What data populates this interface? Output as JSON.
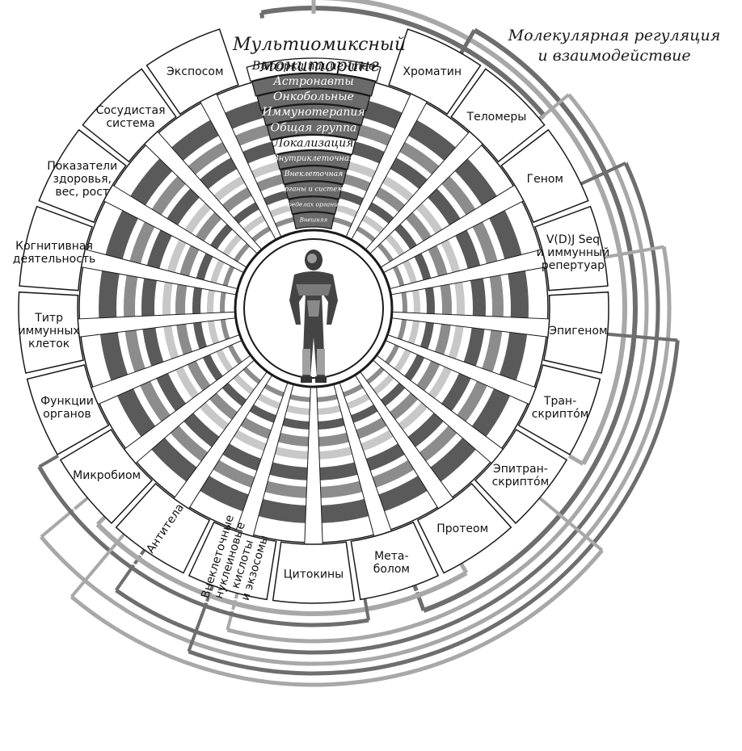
{
  "titles": {
    "center_line1": "Мультиомиксный",
    "center_line2": "мониторинг",
    "right_line1": "Молекулярная регуляция",
    "right_line2": "и взаимодействие"
  },
  "center_bands": [
    {
      "text": "Выборка пациентов",
      "style": "light"
    },
    {
      "text": "Астронавты",
      "style": "dark"
    },
    {
      "text": "Онкобольные",
      "style": "dark"
    },
    {
      "text": "Иммунотерапия",
      "style": "dark"
    },
    {
      "text": "Общая группа",
      "style": "dark"
    },
    {
      "text": "Локализация",
      "style": "light"
    },
    {
      "text": "Внутриклеточная",
      "style": "dark"
    },
    {
      "text": "Внеклеточная",
      "style": "dark"
    },
    {
      "text": "Органы и системы",
      "style": "dark"
    },
    {
      "text": "В пределах организма",
      "style": "dark"
    },
    {
      "text": "Внешняя",
      "style": "dark"
    }
  ],
  "segments": [
    {
      "lines": [
        "Хроматин"
      ]
    },
    {
      "lines": [
        "Теломеры"
      ]
    },
    {
      "lines": [
        "Геном"
      ]
    },
    {
      "lines": [
        "V(D)J Seq",
        "и иммунный",
        "репертуар"
      ]
    },
    {
      "lines": [
        "Эпигеном"
      ]
    },
    {
      "lines": [
        "Тран-",
        "скриптóм"
      ]
    },
    {
      "lines": [
        "Эпитран-",
        "скриптóм"
      ]
    },
    {
      "lines": [
        "Протеом"
      ]
    },
    {
      "lines": [
        "Мета-",
        "болом"
      ]
    },
    {
      "lines": [
        "Цитокины"
      ]
    },
    {
      "lines": [
        "Внеклеточные",
        "нуклеиновые",
        "кислоты",
        "и экзосомы"
      ]
    },
    {
      "lines": [
        "Антитела"
      ]
    },
    {
      "lines": [
        "Микробиом"
      ]
    },
    {
      "lines": [
        "Функции",
        "органов"
      ]
    },
    {
      "lines": [
        "Титр",
        "иммунных",
        "клеток"
      ]
    },
    {
      "lines": [
        "Когнитивная",
        "деятельность"
      ]
    },
    {
      "lines": [
        "Показатели",
        "здоровья,",
        "вес, рост"
      ]
    },
    {
      "lines": [
        "Сосудистая",
        "система"
      ]
    },
    {
      "lines": [
        "Экспосом"
      ]
    }
  ],
  "colors": {
    "dark_ring": "#5a5a5a",
    "mid_ring": "#8c8c8c",
    "light_ring": "#c8c8c8",
    "segment_fill": "#ffffff",
    "stroke": "#1a1a1a",
    "arc_dark": "#6e6e6e",
    "arc_light": "#a8a8a8"
  },
  "icons": {
    "center": "astronaut-figure"
  }
}
